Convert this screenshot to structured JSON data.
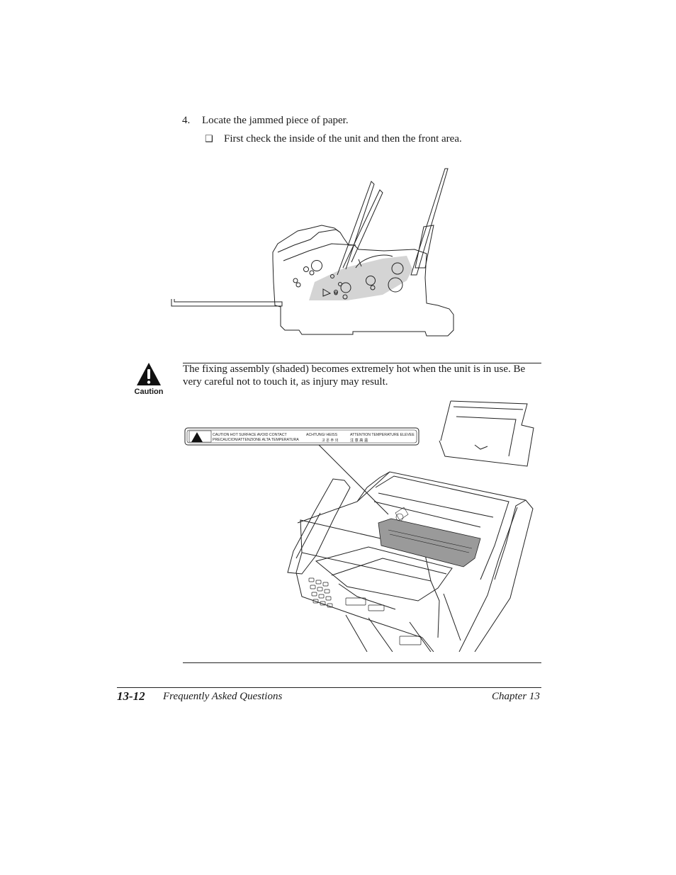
{
  "step": {
    "number": "4.",
    "text": "Locate the jammed piece of paper."
  },
  "bullet": {
    "symbol": "❑",
    "text": "First check the inside of the unit and then the front area."
  },
  "caution": {
    "icon_label": "Caution",
    "text": "The fixing assembly (shaded) becomes extremely hot when the unit is in use. Be very careful not to touch it, as injury may result."
  },
  "warning_label": {
    "line1": "CAUTION  HOT SURFACE AVOID CONTACT",
    "line2": "PRECAUCION/ATTENZIONE  ALTA TEMPERATURA",
    "german": "ACHTUNG/ HEISS",
    "korean": "고 온 주 의",
    "french": "ATTENTION  TEMPERATURE ELEVEE",
    "chinese": "注 意 高 温"
  },
  "footer": {
    "page_number": "13-12",
    "section_title": "Frequently Asked Questions",
    "chapter": "Chapter 13"
  }
}
